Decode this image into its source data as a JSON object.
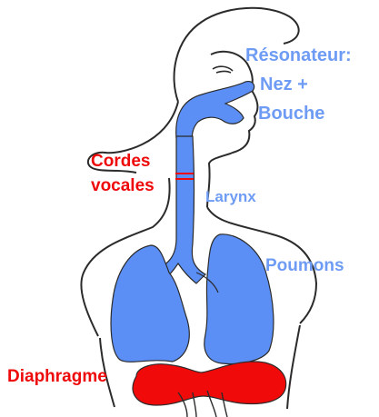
{
  "labels": {
    "resonator_title": "Résonateur:",
    "resonator_line2": "Nez +",
    "resonator_line3": "Bouche",
    "vocal_cords_line1": "Cordes",
    "vocal_cords_line2": "vocales",
    "larynx": "Larynx",
    "lungs": "Poumons",
    "diaphragm": "Diaphragme"
  },
  "colors": {
    "airway_blue": "#5b8ff5",
    "label_blue": "#6e9cf4",
    "label_red": "#ee0a0a",
    "diaphragm_red": "#f00a0a",
    "outline": "#2b2b2b"
  }
}
